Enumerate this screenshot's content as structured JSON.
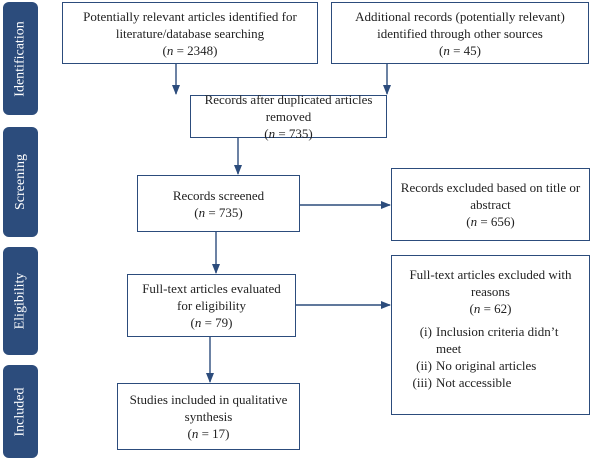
{
  "stages": [
    {
      "key": "identification",
      "label": "Identification"
    },
    {
      "key": "screening",
      "label": "Screening"
    },
    {
      "key": "eligibility",
      "label": "Eligibility"
    },
    {
      "key": "included",
      "label": "Included"
    }
  ],
  "boxes": {
    "literature_search": {
      "text": "Potentially relevant articles identified for literature/database searching",
      "n_label": "n",
      "n_value": "2348"
    },
    "other_sources": {
      "text": "Additional records (potentially relevant) identified through other sources",
      "n_label": "n",
      "n_value": "45"
    },
    "duplicates_removed": {
      "text": "Records after duplicated articles removed",
      "n_label": "n",
      "n_value": "735"
    },
    "screened": {
      "text": "Records screened",
      "n_label": "n",
      "n_value": "735"
    },
    "excluded_title_abstract": {
      "text": "Records excluded based on title or abstract",
      "n_label": "n",
      "n_value": "656"
    },
    "full_text_assessed": {
      "text": "Full-text articles evaluated for eligibility",
      "n_label": "n",
      "n_value": "79"
    },
    "full_text_excluded": {
      "text": "Full-text articles excluded with reasons",
      "n_label": "n",
      "n_value": "62",
      "reasons": [
        {
          "num": "(i)",
          "text": "Inclusion criteria didn’t meet"
        },
        {
          "num": "(ii)",
          "text": "No original articles"
        },
        {
          "num": "(iii)",
          "text": "Not accessible"
        }
      ]
    },
    "included_studies": {
      "text": "Studies included in qualitative synthesis",
      "n_label": "n",
      "n_value": "17"
    }
  },
  "colors": {
    "stage_fill": "#2c4c7c",
    "box_border": "#2c4c7c",
    "arrow": "#2c4c7c"
  }
}
